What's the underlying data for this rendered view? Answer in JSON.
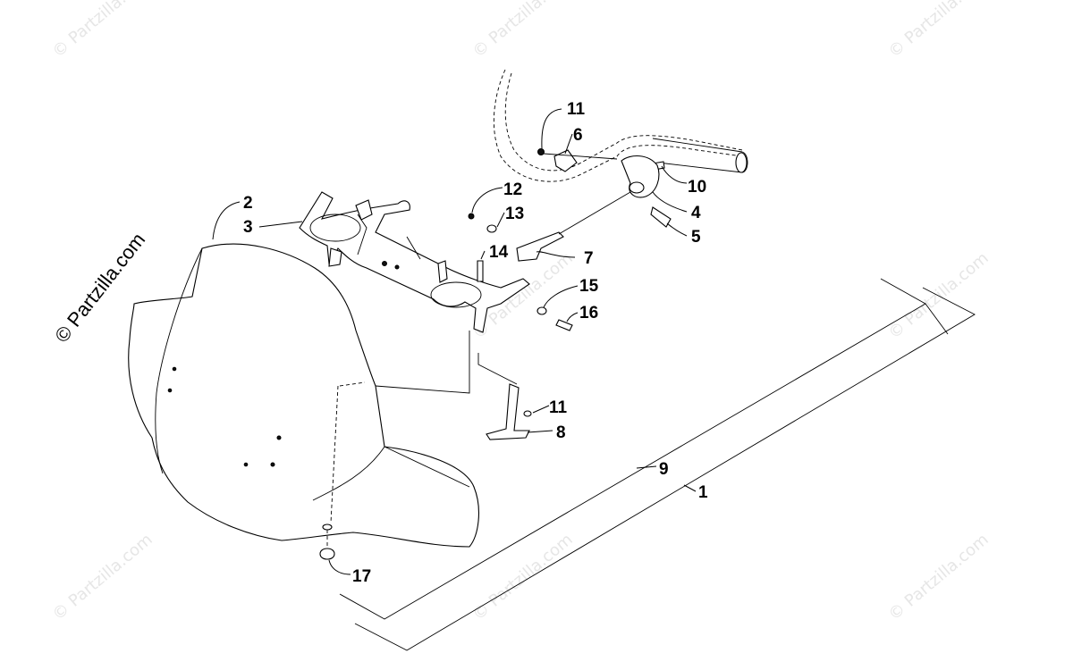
{
  "watermark": {
    "text": "© Partzilla.com",
    "color": "#e6e6e6"
  },
  "copyright": {
    "text": "© Partzilla.com"
  },
  "callouts": [
    {
      "id": "c1",
      "label": "1"
    },
    {
      "id": "c2",
      "label": "2"
    },
    {
      "id": "c3",
      "label": "3"
    },
    {
      "id": "c4",
      "label": "4"
    },
    {
      "id": "c5",
      "label": "5"
    },
    {
      "id": "c6",
      "label": "6"
    },
    {
      "id": "c7",
      "label": "7"
    },
    {
      "id": "c8",
      "label": "8"
    },
    {
      "id": "c9",
      "label": "9"
    },
    {
      "id": "c10",
      "label": "10"
    },
    {
      "id": "c11a",
      "label": "11"
    },
    {
      "id": "c11b",
      "label": "11"
    },
    {
      "id": "c12",
      "label": "12"
    },
    {
      "id": "c13",
      "label": "13"
    },
    {
      "id": "c14",
      "label": "14"
    },
    {
      "id": "c15",
      "label": "15"
    },
    {
      "id": "c16",
      "label": "16"
    },
    {
      "id": "c17",
      "label": "17"
    }
  ]
}
